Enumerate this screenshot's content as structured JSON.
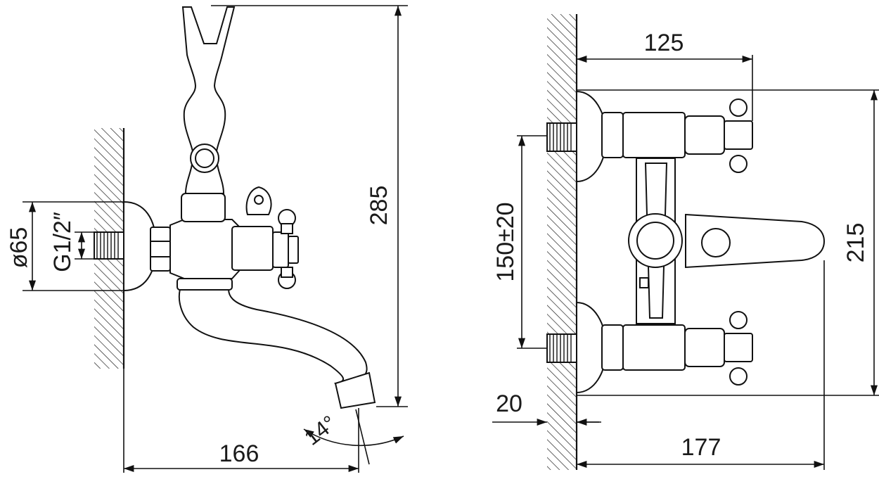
{
  "left_view": {
    "length_label": "166",
    "height_label": "285",
    "flange_diameter_label": "ø65",
    "thread_label": "G1/2″",
    "angle_label": "14°"
  },
  "right_view": {
    "top_width_label": "125",
    "bottom_width_label": "177",
    "right_height_label": "215",
    "inlet_spacing_label": "150±20",
    "wall_offset_label": "20"
  }
}
